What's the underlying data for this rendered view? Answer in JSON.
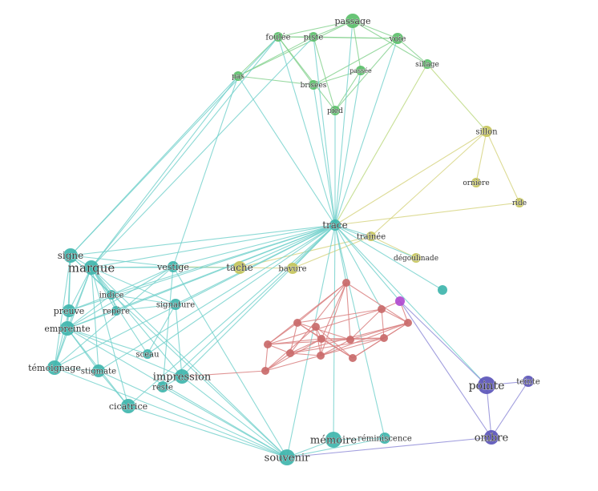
{
  "colors": {
    "green": "#5bbf6a",
    "teal": "#3fb5ad",
    "olive": "#c6c45a",
    "red": "#c96a6a",
    "purple": "#5b55b8",
    "magenta": "#b04ad0",
    "edge_green": "#7fd08a",
    "edge_teal": "#6fcfcb",
    "edge_olive": "#d4d27a",
    "edge_red": "#d98080",
    "edge_purple": "#8a86d6",
    "edge_ygreen": "#b9d77a"
  },
  "nodes": [
    {
      "id": "passage",
      "label": "passage",
      "group": "green"
    },
    {
      "id": "foulee",
      "label": "foulée",
      "group": "green"
    },
    {
      "id": "piste",
      "label": "piste",
      "group": "green"
    },
    {
      "id": "voie",
      "label": "voie",
      "group": "green"
    },
    {
      "id": "sillage",
      "label": "sillage",
      "group": "green"
    },
    {
      "id": "pas",
      "label": "pas",
      "group": "green"
    },
    {
      "id": "brisees",
      "label": "brisées",
      "group": "green"
    },
    {
      "id": "passee",
      "label": "passée",
      "group": "green"
    },
    {
      "id": "pied",
      "label": "pied",
      "group": "green"
    },
    {
      "id": "sillon",
      "label": "sillon",
      "group": "olive"
    },
    {
      "id": "orniere",
      "label": "ornière",
      "group": "olive"
    },
    {
      "id": "ride",
      "label": "ride",
      "group": "olive"
    },
    {
      "id": "trace",
      "label": "trace",
      "group": "teal"
    },
    {
      "id": "trainee",
      "label": "traînée",
      "group": "olive"
    },
    {
      "id": "degoulinade",
      "label": "dégoulinade",
      "group": "olive"
    },
    {
      "id": "tache",
      "label": "tache",
      "group": "olive"
    },
    {
      "id": "bavure",
      "label": "bavure",
      "group": "olive"
    },
    {
      "id": "signe",
      "label": "signe",
      "group": "teal"
    },
    {
      "id": "marque",
      "label": "marque",
      "group": "teal"
    },
    {
      "id": "vestige",
      "label": "vestige",
      "group": "teal"
    },
    {
      "id": "indice",
      "label": "indice",
      "group": "teal"
    },
    {
      "id": "repere",
      "label": "repère",
      "group": "teal"
    },
    {
      "id": "preuve",
      "label": "preuve",
      "group": "teal"
    },
    {
      "id": "signature",
      "label": "signature",
      "group": "teal"
    },
    {
      "id": "empreinte",
      "label": "empreinte",
      "group": "teal"
    },
    {
      "id": "sceau",
      "label": "sceau",
      "group": "teal"
    },
    {
      "id": "temoignage",
      "label": "témoignage",
      "group": "teal"
    },
    {
      "id": "stigmate",
      "label": "stigmate",
      "group": "teal"
    },
    {
      "id": "impression",
      "label": "impression",
      "group": "teal"
    },
    {
      "id": "reste",
      "label": "reste",
      "group": "teal"
    },
    {
      "id": "cicatrice",
      "label": "cicatrice",
      "group": "teal"
    },
    {
      "id": "memoire",
      "label": "mémoire",
      "group": "teal"
    },
    {
      "id": "reminiscence",
      "label": "réminiscence",
      "group": "teal"
    },
    {
      "id": "souvenir",
      "label": "souvenir",
      "group": "teal"
    },
    {
      "id": "pointe",
      "label": "pointe",
      "group": "purple"
    },
    {
      "id": "teinte",
      "label": "teinte",
      "group": "purple"
    },
    {
      "id": "ombre",
      "label": "ombre",
      "group": "purple"
    },
    {
      "id": "sdot",
      "label": "",
      "group": "teal"
    },
    {
      "id": "mg",
      "label": "",
      "group": "magenta"
    },
    {
      "id": "r1",
      "label": "",
      "group": "red"
    },
    {
      "id": "r2",
      "label": "",
      "group": "red"
    },
    {
      "id": "r3",
      "label": "",
      "group": "red"
    },
    {
      "id": "r4",
      "label": "",
      "group": "red"
    },
    {
      "id": "r5",
      "label": "",
      "group": "red"
    },
    {
      "id": "r6",
      "label": "",
      "group": "red"
    },
    {
      "id": "r7",
      "label": "",
      "group": "red"
    },
    {
      "id": "r8",
      "label": "",
      "group": "red"
    },
    {
      "id": "r9",
      "label": "",
      "group": "red"
    },
    {
      "id": "r10",
      "label": "",
      "group": "red"
    },
    {
      "id": "r11",
      "label": "",
      "group": "red"
    },
    {
      "id": "r12",
      "label": "",
      "group": "red"
    },
    {
      "id": "r13",
      "label": "",
      "group": "red"
    }
  ],
  "edges": [
    [
      "passage",
      "foulee",
      "green"
    ],
    [
      "passage",
      "piste",
      "green"
    ],
    [
      "passage",
      "voie",
      "green"
    ],
    [
      "passage",
      "sillage",
      "green"
    ],
    [
      "passage",
      "passee",
      "green"
    ],
    [
      "passage",
      "pas",
      "green"
    ],
    [
      "foulee",
      "piste",
      "green"
    ],
    [
      "foulee",
      "voie",
      "green"
    ],
    [
      "foulee",
      "pas",
      "green"
    ],
    [
      "foulee",
      "pied",
      "green"
    ],
    [
      "foulee",
      "brisees",
      "green"
    ],
    [
      "piste",
      "voie",
      "green"
    ],
    [
      "piste",
      "pied",
      "green"
    ],
    [
      "piste",
      "pas",
      "green"
    ],
    [
      "voie",
      "sillage",
      "green"
    ],
    [
      "voie",
      "pied",
      "green"
    ],
    [
      "voie",
      "brisees",
      "green"
    ],
    [
      "brisees",
      "passee",
      "green"
    ],
    [
      "pas",
      "brisees",
      "green"
    ],
    [
      "pied",
      "passee",
      "green"
    ],
    [
      "sillage",
      "sillon",
      "ygreen"
    ],
    [
      "sillage",
      "trace",
      "ygreen"
    ],
    [
      "sillon",
      "orniere",
      "olive"
    ],
    [
      "sillon",
      "ride",
      "olive"
    ],
    [
      "sillon",
      "trainee",
      "olive"
    ],
    [
      "sillon",
      "trace",
      "olive"
    ],
    [
      "ride",
      "trace",
      "olive"
    ],
    [
      "trainee",
      "tache",
      "olive"
    ],
    [
      "trainee",
      "bavure",
      "olive"
    ],
    [
      "trainee",
      "degoulinade",
      "olive"
    ],
    [
      "tache",
      "bavure",
      "olive"
    ],
    [
      "tache",
      "vestige",
      "olive"
    ],
    [
      "trace",
      "passage",
      "teal"
    ],
    [
      "trace",
      "foulee",
      "teal"
    ],
    [
      "trace",
      "piste",
      "teal"
    ],
    [
      "trace",
      "voie",
      "teal"
    ],
    [
      "trace",
      "pas",
      "teal"
    ],
    [
      "trace",
      "brisees",
      "teal"
    ],
    [
      "trace",
      "passee",
      "teal"
    ],
    [
      "trace",
      "pied",
      "teal"
    ],
    [
      "trace",
      "trainee",
      "teal"
    ],
    [
      "trace",
      "degoulinade",
      "teal"
    ],
    [
      "trace",
      "tache",
      "teal"
    ],
    [
      "trace",
      "bavure",
      "teal"
    ],
    [
      "trace",
      "signe",
      "teal"
    ],
    [
      "trace",
      "marque",
      "teal"
    ],
    [
      "trace",
      "vestige",
      "teal"
    ],
    [
      "trace",
      "indice",
      "teal"
    ],
    [
      "trace",
      "repere",
      "teal"
    ],
    [
      "trace",
      "preuve",
      "teal"
    ],
    [
      "trace",
      "signature",
      "teal"
    ],
    [
      "trace",
      "empreinte",
      "teal"
    ],
    [
      "trace",
      "sceau",
      "teal"
    ],
    [
      "trace",
      "temoignage",
      "teal"
    ],
    [
      "trace",
      "stigmate",
      "teal"
    ],
    [
      "trace",
      "impression",
      "teal"
    ],
    [
      "trace",
      "reste",
      "teal"
    ],
    [
      "trace",
      "cicatrice",
      "teal"
    ],
    [
      "trace",
      "memoire",
      "teal"
    ],
    [
      "trace",
      "reminiscence",
      "teal"
    ],
    [
      "trace",
      "souvenir",
      "teal"
    ],
    [
      "trace",
      "sdot",
      "teal"
    ],
    [
      "trace",
      "pointe",
      "teal"
    ],
    [
      "trace",
      "mg",
      "teal"
    ],
    [
      "trace",
      "r1",
      "teal"
    ],
    [
      "trace",
      "r9",
      "teal"
    ],
    [
      "signe",
      "marque",
      "teal"
    ],
    [
      "signe",
      "foulee",
      "teal"
    ],
    [
      "signe",
      "pas",
      "teal"
    ],
    [
      "signe",
      "preuve",
      "teal"
    ],
    [
      "signe",
      "empreinte",
      "teal"
    ],
    [
      "signe",
      "temoignage",
      "teal"
    ],
    [
      "signe",
      "vestige",
      "teal"
    ],
    [
      "signe",
      "indice",
      "teal"
    ],
    [
      "signe",
      "souvenir",
      "teal"
    ],
    [
      "marque",
      "foulee",
      "teal"
    ],
    [
      "marque",
      "piste",
      "teal"
    ],
    [
      "marque",
      "pas",
      "teal"
    ],
    [
      "marque",
      "vestige",
      "teal"
    ],
    [
      "marque",
      "tache",
      "teal"
    ],
    [
      "marque",
      "indice",
      "teal"
    ],
    [
      "marque",
      "repere",
      "teal"
    ],
    [
      "marque",
      "preuve",
      "teal"
    ],
    [
      "marque",
      "empreinte",
      "teal"
    ],
    [
      "marque",
      "stigmate",
      "teal"
    ],
    [
      "marque",
      "signature",
      "teal"
    ],
    [
      "marque",
      "sceau",
      "teal"
    ],
    [
      "marque",
      "impression",
      "teal"
    ],
    [
      "marque",
      "cicatrice",
      "teal"
    ],
    [
      "marque",
      "temoignage",
      "teal"
    ],
    [
      "marque",
      "souvenir",
      "teal"
    ],
    [
      "vestige",
      "pas",
      "teal"
    ],
    [
      "vestige",
      "reste",
      "teal"
    ],
    [
      "vestige",
      "empreinte",
      "teal"
    ],
    [
      "vestige",
      "indice",
      "teal"
    ],
    [
      "vestige",
      "temoignage",
      "teal"
    ],
    [
      "vestige",
      "souvenir",
      "teal"
    ],
    [
      "indice",
      "preuve",
      "teal"
    ],
    [
      "indice",
      "repere",
      "teal"
    ],
    [
      "indice",
      "empreinte",
      "teal"
    ],
    [
      "indice",
      "signature",
      "teal"
    ],
    [
      "repere",
      "empreinte",
      "teal"
    ],
    [
      "repere",
      "signature",
      "teal"
    ],
    [
      "preuve",
      "empreinte",
      "teal"
    ],
    [
      "preuve",
      "temoignage",
      "teal"
    ],
    [
      "empreinte",
      "temoignage",
      "teal"
    ],
    [
      "empreinte",
      "stigmate",
      "teal"
    ],
    [
      "empreinte",
      "impression",
      "teal"
    ],
    [
      "empreinte",
      "cicatrice",
      "teal"
    ],
    [
      "empreinte",
      "sceau",
      "teal"
    ],
    [
      "empreinte",
      "souvenir",
      "teal"
    ],
    [
      "temoignage",
      "stigmate",
      "teal"
    ],
    [
      "temoignage",
      "souvenir",
      "teal"
    ],
    [
      "stigmate",
      "cicatrice",
      "teal"
    ],
    [
      "stigmate",
      "souvenir",
      "teal"
    ],
    [
      "signature",
      "sceau",
      "teal"
    ],
    [
      "signature",
      "impression",
      "teal"
    ],
    [
      "impression",
      "reste",
      "teal"
    ],
    [
      "impression",
      "souvenir",
      "teal"
    ],
    [
      "reste",
      "souvenir",
      "teal"
    ],
    [
      "cicatrice",
      "souvenir",
      "teal"
    ],
    [
      "memoire",
      "souvenir",
      "teal"
    ],
    [
      "memoire",
      "reminiscence",
      "teal"
    ],
    [
      "reminiscence",
      "souvenir",
      "teal"
    ],
    [
      "impression",
      "r4",
      "red"
    ],
    [
      "pointe",
      "ombre",
      "purple"
    ],
    [
      "pointe",
      "teinte",
      "purple"
    ],
    [
      "teinte",
      "ombre",
      "purple"
    ],
    [
      "ombre",
      "souvenir",
      "purple"
    ],
    [
      "ombre",
      "mg",
      "purple"
    ],
    [
      "pointe",
      "mg",
      "purple"
    ],
    [
      "r1",
      "r2",
      "red"
    ],
    [
      "r1",
      "r3",
      "red"
    ],
    [
      "r1",
      "r5",
      "red"
    ],
    [
      "r1",
      "r6",
      "red"
    ],
    [
      "r1",
      "r7",
      "red"
    ],
    [
      "r1",
      "r8",
      "red"
    ],
    [
      "r1",
      "r10",
      "red"
    ],
    [
      "r2",
      "r3",
      "red"
    ],
    [
      "r2",
      "r5",
      "red"
    ],
    [
      "r2",
      "r6",
      "red"
    ],
    [
      "r2",
      "r8",
      "red"
    ],
    [
      "r2",
      "r12",
      "red"
    ],
    [
      "r3",
      "r4",
      "red"
    ],
    [
      "r3",
      "r5",
      "red"
    ],
    [
      "r3",
      "r6",
      "red"
    ],
    [
      "r3",
      "r8",
      "red"
    ],
    [
      "r3",
      "r9",
      "red"
    ],
    [
      "r4",
      "r5",
      "red"
    ],
    [
      "r4",
      "r6",
      "red"
    ],
    [
      "r4",
      "r7",
      "red"
    ],
    [
      "r4",
      "r13",
      "red"
    ],
    [
      "r5",
      "r6",
      "red"
    ],
    [
      "r5",
      "r7",
      "red"
    ],
    [
      "r5",
      "r11",
      "red"
    ],
    [
      "r6",
      "r7",
      "red"
    ],
    [
      "r6",
      "r8",
      "red"
    ],
    [
      "r6",
      "r11",
      "red"
    ],
    [
      "r6",
      "r12",
      "red"
    ],
    [
      "r6",
      "r13",
      "red"
    ],
    [
      "r7",
      "r8",
      "red"
    ],
    [
      "r7",
      "r10",
      "red"
    ],
    [
      "r7",
      "r11",
      "red"
    ],
    [
      "r7",
      "r13",
      "red"
    ],
    [
      "r8",
      "r9",
      "red"
    ],
    [
      "r8",
      "r10",
      "red"
    ],
    [
      "r8",
      "r11",
      "red"
    ],
    [
      "r9",
      "r10",
      "red"
    ],
    [
      "r9",
      "r11",
      "red"
    ],
    [
      "r9",
      "mg",
      "red"
    ],
    [
      "r10",
      "r11",
      "red"
    ],
    [
      "r10",
      "r12",
      "red"
    ],
    [
      "r10",
      "mg",
      "red"
    ],
    [
      "r11",
      "r12",
      "red"
    ],
    [
      "r12",
      "r13",
      "red"
    ],
    [
      "r2",
      "r9",
      "red"
    ],
    [
      "r5",
      "r10",
      "red"
    ]
  ]
}
